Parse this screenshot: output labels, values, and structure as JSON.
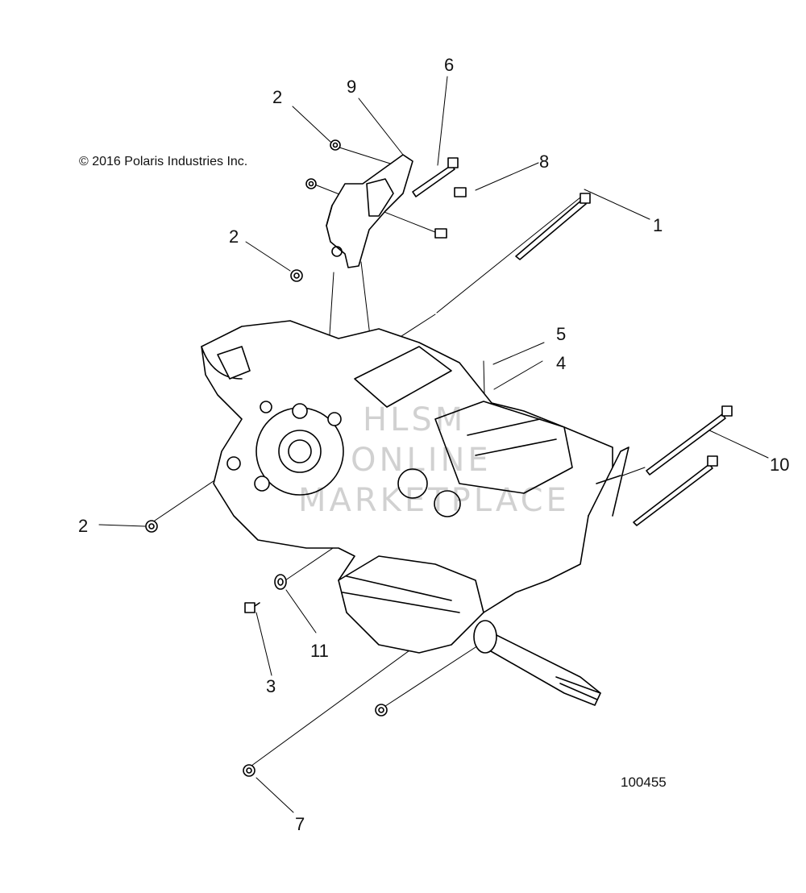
{
  "copyright": "© 2016 Polaris Industries Inc.",
  "drawing_number": "100455",
  "watermark": [
    "HLSM",
    "ONLINE",
    "MARKETPLACE"
  ],
  "callouts": {
    "c1": "1",
    "c2a": "2",
    "c2b": "2",
    "c2c": "2",
    "c3": "3",
    "c4": "4",
    "c5": "5",
    "c6": "6",
    "c7": "7",
    "c8": "8",
    "c9": "9",
    "c10": "10",
    "c11": "11"
  }
}
